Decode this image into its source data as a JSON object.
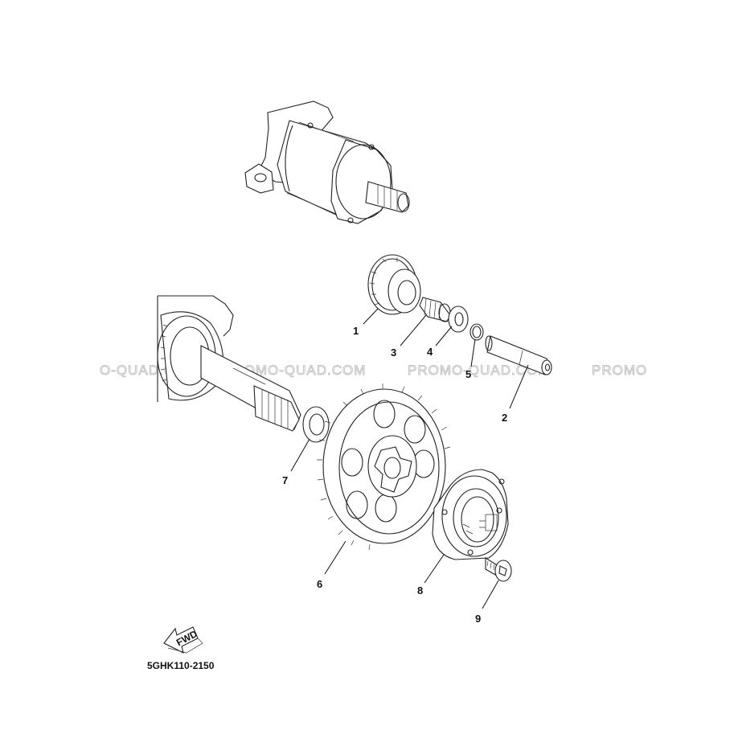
{
  "watermarks": [
    "O-QUAD.COM",
    "PROMO-QUAD.COM",
    "PROMO-QUAD.COM",
    "PROMO"
  ],
  "callouts": [
    "1",
    "2",
    "3",
    "4",
    "5",
    "6",
    "7",
    "8",
    "9"
  ],
  "fwd_label": "FWD",
  "diagram_code": "5GHK110-2150"
}
